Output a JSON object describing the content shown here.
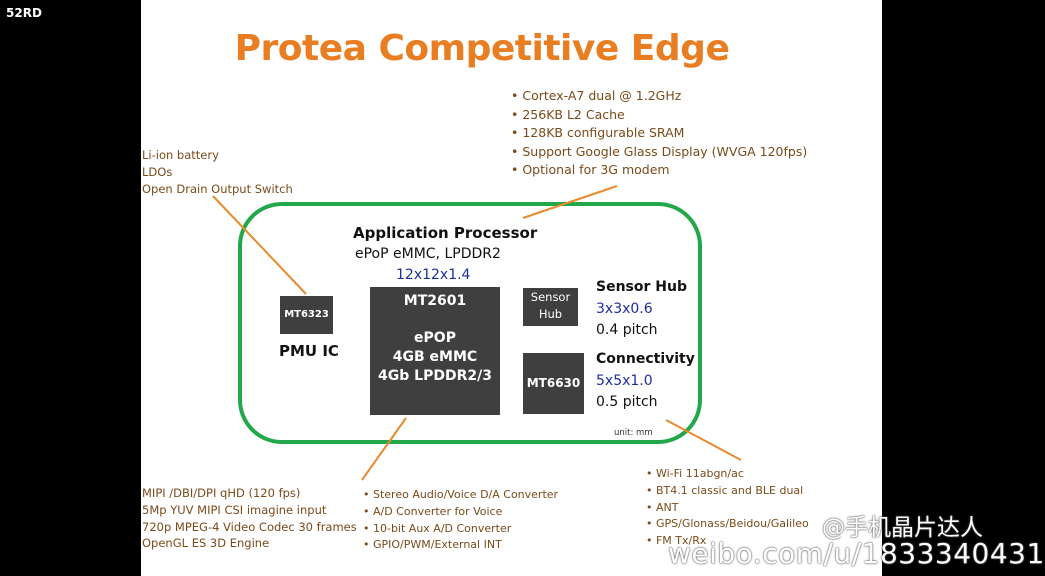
{
  "corner_watermark": "52RD",
  "title": "Protea Competitive Edge",
  "processor_notes": [
    "• Cortex-A7 dual @ 1.2GHz",
    "• 256KB L2 Cache",
    "• 128KB configurable SRAM",
    "• Support Google Glass Display (WVGA 120fps)",
    "• Optional for 3G modem"
  ],
  "pmu_notes": [
    "Li-ion battery",
    "LDOs",
    "Open Drain Output Switch"
  ],
  "app_processor": {
    "heading": "Application Processor",
    "subheading": "ePoP eMMC, LPDDR2",
    "size": "12x12x1.4",
    "chip_name": "MT2601",
    "chip_lines": [
      "ePOP",
      "4GB eMMC",
      "4Gb LPDDR2/3"
    ]
  },
  "pmu": {
    "chip": "MT6323",
    "label": "PMU IC"
  },
  "sensor_hub": {
    "chip_lines": [
      "Sensor",
      "Hub"
    ],
    "heading": "Sensor Hub",
    "size": "3x3x0.6",
    "pitch": "0.4 pitch"
  },
  "connectivity": {
    "chip": "MT6630",
    "heading": "Connectivity",
    "size": "5x5x1.0",
    "pitch": "0.5 pitch"
  },
  "unit_note": "unit: mm",
  "video_notes": [
    "MIPI /DBI/DPI qHD (120 fps)",
    "5Mp YUV MIPI CSI imagine input",
    "720p MPEG-4 Video Codec 30 frames",
    "OpenGL ES 3D Engine"
  ],
  "audio_notes": [
    "• Stereo Audio/Voice D/A Converter",
    "• A/D Converter for Voice",
    "• 10-bit Aux A/D Converter",
    "• GPIO/PWM/External INT"
  ],
  "connectivity_notes": [
    "• Wi-Fi 11abgn/ac",
    "• BT4.1 classic and BLE dual",
    "• ANT",
    "• GPS/Glonass/Beidou/Galileo",
    "• FM Tx/Rx"
  ],
  "weibo_name": "@手机晶片达人",
  "weibo_url": "weibo.com/u/1833340431",
  "colors": {
    "title": "#e87d22",
    "border": "#22a84a",
    "connector": "#e88a2e",
    "chip": "#3f3f3f",
    "dimension": "#1d2f9a"
  }
}
